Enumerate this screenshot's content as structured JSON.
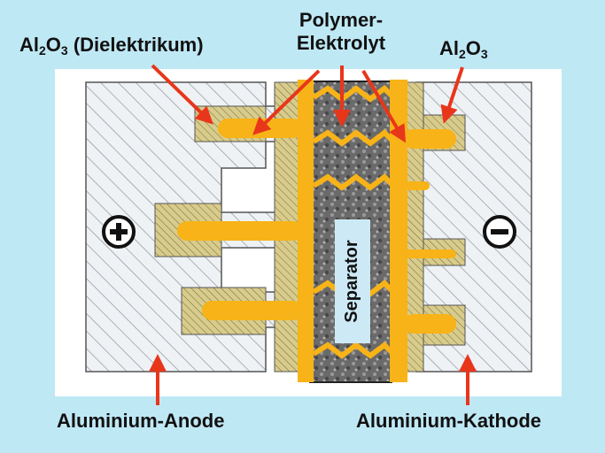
{
  "labels": {
    "dielectric_left": {
      "pre": "Al",
      "sub1": "2",
      "mid": "O",
      "sub2": "3",
      "post": " (Dielektrikum)"
    },
    "polymer_line1": "Polymer-",
    "polymer_line2": "Elektrolyt",
    "oxide_right": {
      "pre": "Al",
      "sub1": "2",
      "mid": "O",
      "sub2": "3",
      "post": ""
    },
    "separator": "Separator",
    "anode": "Aluminium-Anode",
    "cathode": "Aluminium-Kathode",
    "plus_symbol": "+",
    "minus_symbol": "−"
  },
  "colors": {
    "background": "#bfe8f5",
    "electrolyte": "#f7b317",
    "oxide": "#d9cc8a",
    "metal": "#e6ebf0",
    "separator_dark": "#5a5a5a",
    "arrows": "#e8361b"
  }
}
